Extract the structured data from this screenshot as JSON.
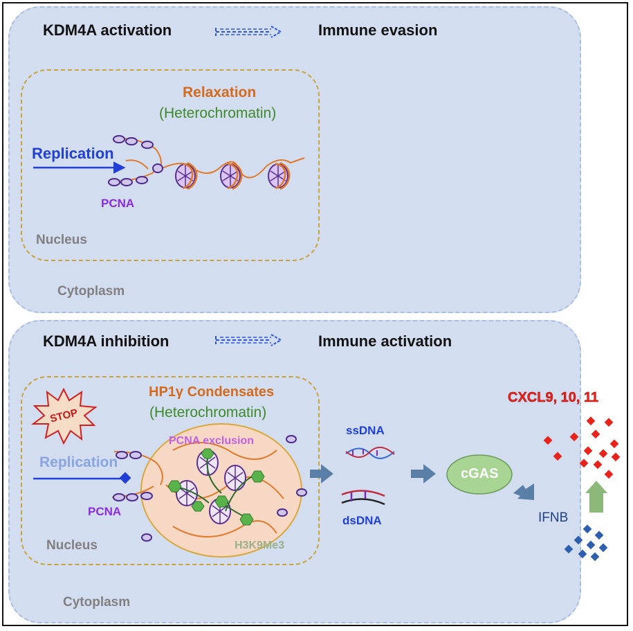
{
  "top_panel": {
    "title_left": "KDM4A activation",
    "title_right": "Immune evasion",
    "relaxation": "Relaxation",
    "heterochromatin": "(Heterochromatin)",
    "replication": "Replication",
    "pcna": "PCNA",
    "nucleus": "Nucleus",
    "cytoplasm": "Cytoplasm"
  },
  "bottom_panel": {
    "title_left": "KDM4A inhibition",
    "title_right": "Immune activation",
    "condensates": "HP1γ Condensates",
    "heterochromatin": "(Heterochromatin)",
    "stop": "STOP",
    "replication": "Replication",
    "pcna": "PCNA",
    "pcna_exclusion": "PCNA exclusion",
    "h3k9me3": "H3K9Me3",
    "nucleus": "Nucleus",
    "cytoplasm": "Cytoplasm",
    "ssdna": "ssDNA",
    "dsdna": "dsDNA",
    "cgas": "cGAS",
    "ifnb": "IFNB",
    "cxcl": "CXCL9, 10, 11"
  },
  "colors": {
    "panel_fill": "#d3ddf0",
    "orange_text": "#d46a1e",
    "green_text": "#3d8a2a",
    "blue_text": "#1f3fd6",
    "purple_text": "#8a2be2",
    "red_text": "#e8231b",
    "arrow_steel": "#5a7fa6"
  }
}
